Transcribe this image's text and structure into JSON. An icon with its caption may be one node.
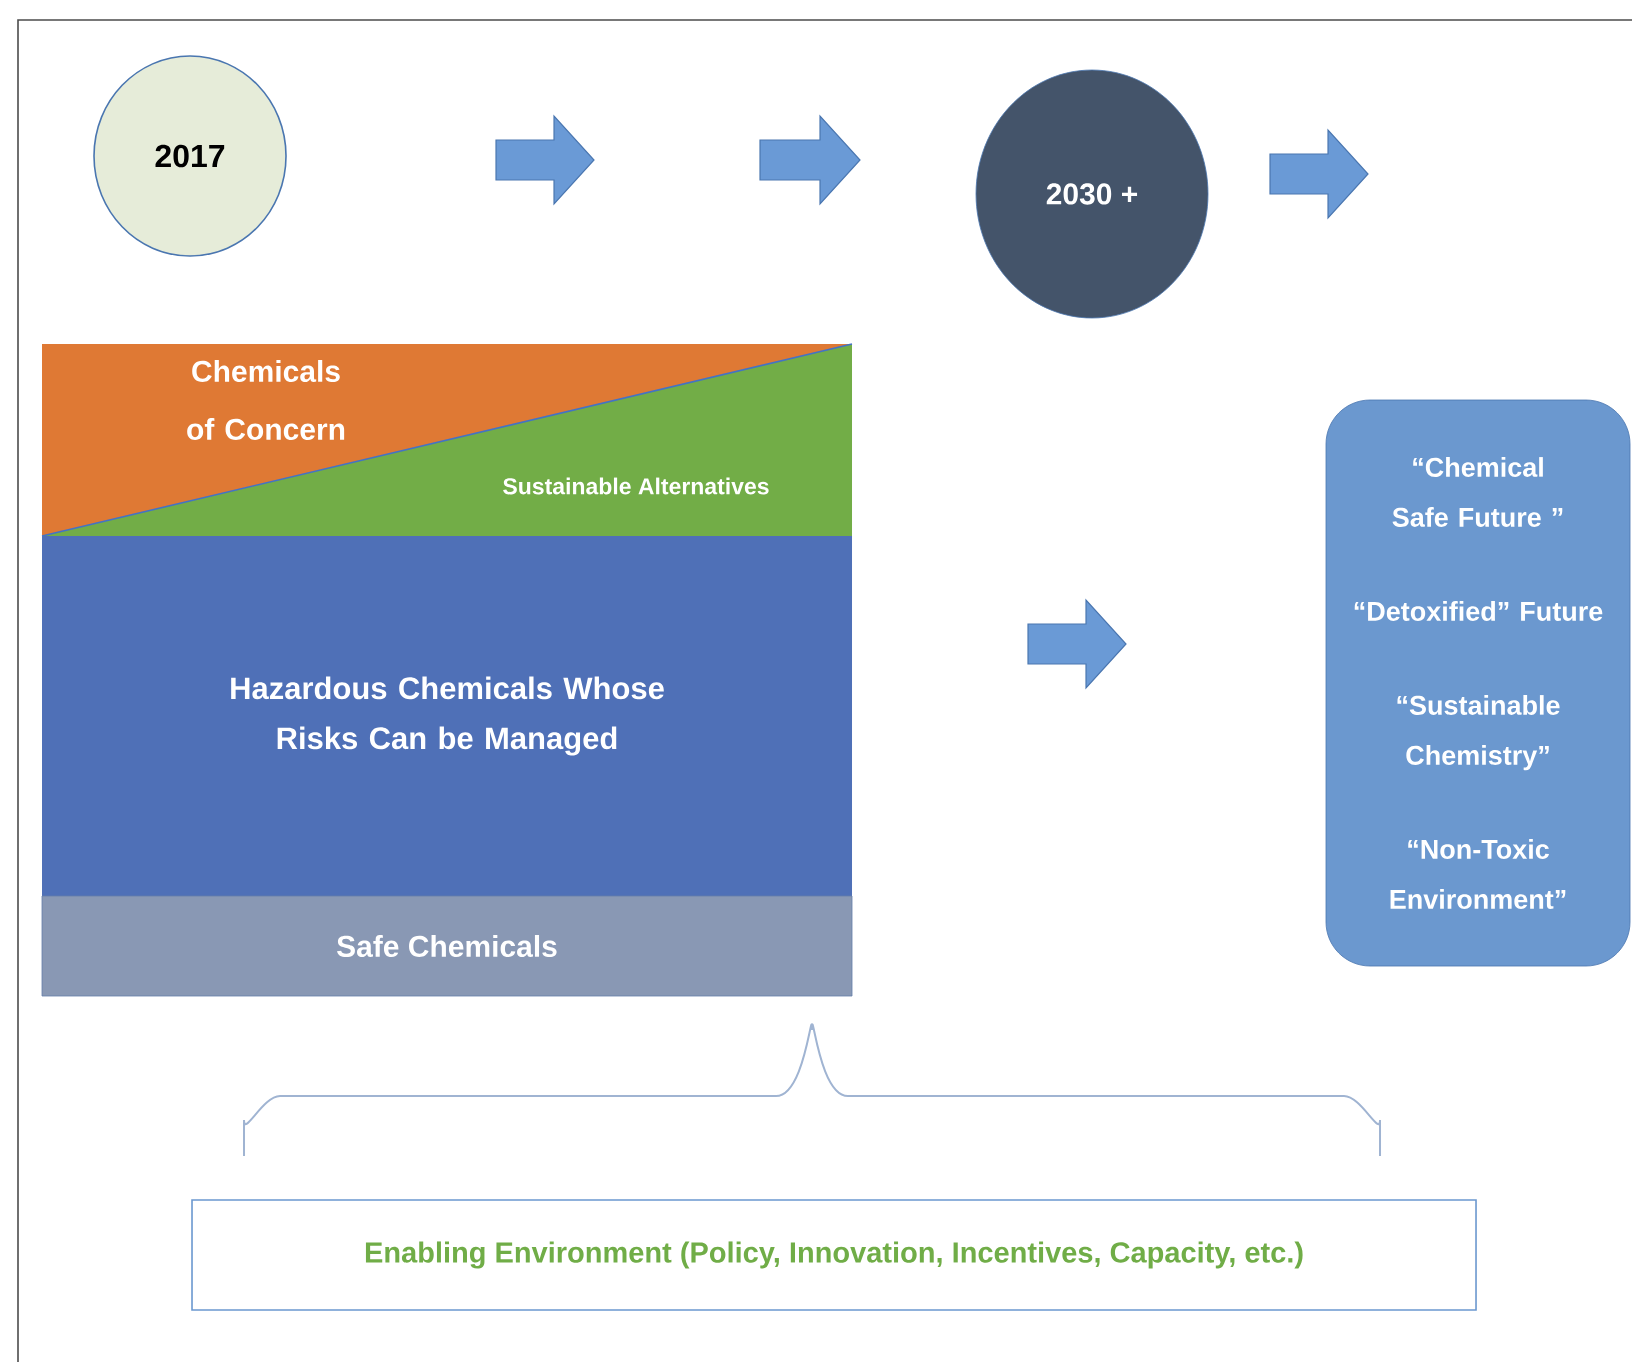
{
  "diagram": {
    "nodes": [
      {
        "text": [
          "2017"
        ]
      },
      {
        "text": [
          "2030 +"
        ]
      },
      {
        "text": [
          "Chemicals of Concern"
        ]
      },
      {
        "text": [
          "Sustainable Alternatives"
        ]
      },
      {
        "text": [
          "Hazardous Chemicals Whose Risks Can be Managed"
        ]
      },
      {
        "text": [
          "Safe Chemicals"
        ]
      },
      {
        "text": [
          "“Chemical Safe Future ”",
          "“Detoxified” Future",
          "“Sustainable Chemistry”",
          "“Non-Toxic Environment”"
        ]
      },
      {
        "text": [
          "Enabling Environment (Policy, Innovation, Incentives, Capacity, etc.)"
        ]
      }
    ]
  }
}
